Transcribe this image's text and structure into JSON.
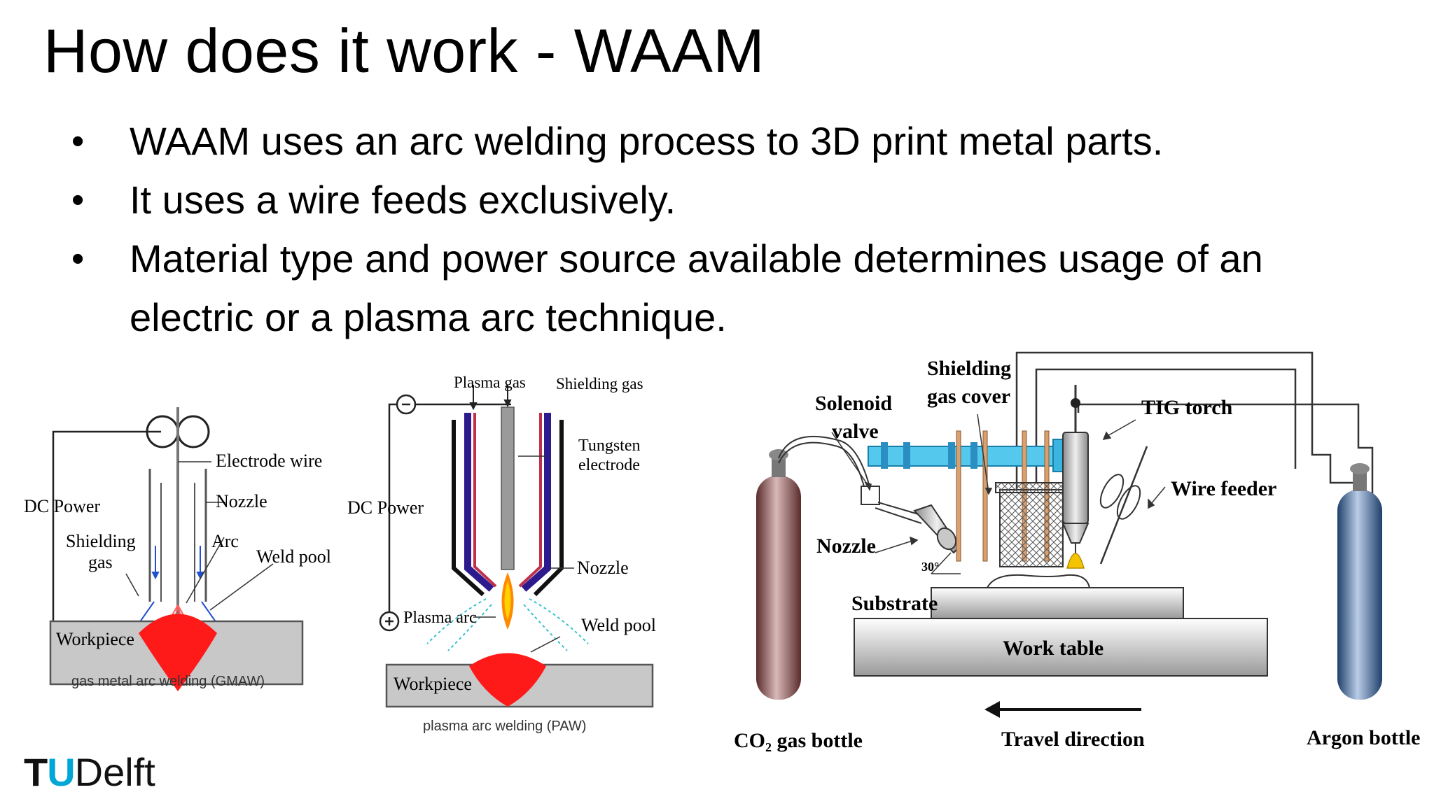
{
  "slide": {
    "title": "How does it work - WAAM",
    "bullets": [
      "WAAM uses an arc welding process to 3D print metal parts.",
      "It uses a wire feeds exclusively.",
      "Material type and power source available determines usage of an electric or a plasma arc technique."
    ]
  },
  "gmaw": {
    "electrode_wire": "Electrode wire",
    "nozzle": "Nozzle",
    "dc_power": "DC Power",
    "shielding_gas_1": "Shielding",
    "shielding_gas_2": "gas",
    "arc": "Arc",
    "weld_pool": "Weld pool",
    "workpiece": "Workpiece",
    "caption": "gas metal arc welding (GMAW)"
  },
  "paw": {
    "plasma_gas": "Plasma gas",
    "shielding_gas": "Shielding gas",
    "tungsten_1": "Tungsten",
    "tungsten_2": "electrode",
    "dc_power": "DC Power",
    "nozzle": "Nozzle",
    "plasma_arc": "Plasma arc",
    "weld_pool": "Weld pool",
    "workpiece": "Workpiece",
    "caption": "plasma arc welding (PAW)"
  },
  "waam": {
    "shielding_cover_1": "Shielding",
    "shielding_cover_2": "gas cover",
    "solenoid_1": "Solenoid",
    "solenoid_2": "valve",
    "tig_torch": "TIG torch",
    "wire_feeder": "Wire feeder",
    "nozzle": "Nozzle",
    "angle": "30°",
    "substrate": "Substrate",
    "work_table": "Work table",
    "co2_bottle": "CO₂ gas bottle",
    "travel_direction": "Travel direction",
    "argon_bottle": "Argon bottle"
  },
  "logo": {
    "t": "T",
    "u": "U",
    "rest": "Delft"
  },
  "colors": {
    "weld_pool": "#ff1a1a",
    "workpiece": "#c8c8c8",
    "tungsten": "#2d1a8c",
    "gas_cover": "#55c8ee",
    "tu_blue": "#00a6d6"
  }
}
